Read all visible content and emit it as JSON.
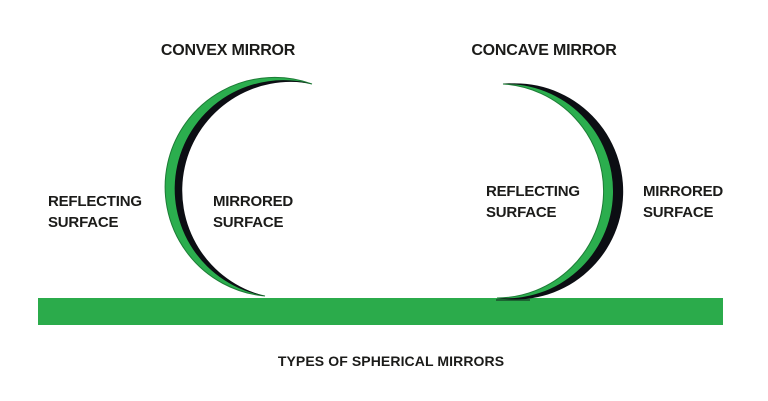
{
  "page": {
    "title": "TYPES OF SPHERICAL MIRRORS",
    "background": "#ffffff"
  },
  "colors": {
    "mirror_green": "#2bae4e",
    "mirror_green_edge": "#1d7c36",
    "mirror_dark": "#0c0e13",
    "ground_green": "#2bab4b",
    "text": "#1b1b19"
  },
  "diagrams": [
    {
      "name": "convex",
      "heading": "CONVEX MIRROR",
      "reflecting_label": "REFLECTING\nSURFACE",
      "mirrored_label": "MIRRORED\nSURFACE"
    },
    {
      "name": "concave",
      "heading": "CONCAVE MIRROR",
      "reflecting_label": "REFLECTING\nSURFACE",
      "mirrored_label": "MIRRORED\nSURFACE"
    }
  ],
  "ground": {
    "description": "ground-bar"
  }
}
